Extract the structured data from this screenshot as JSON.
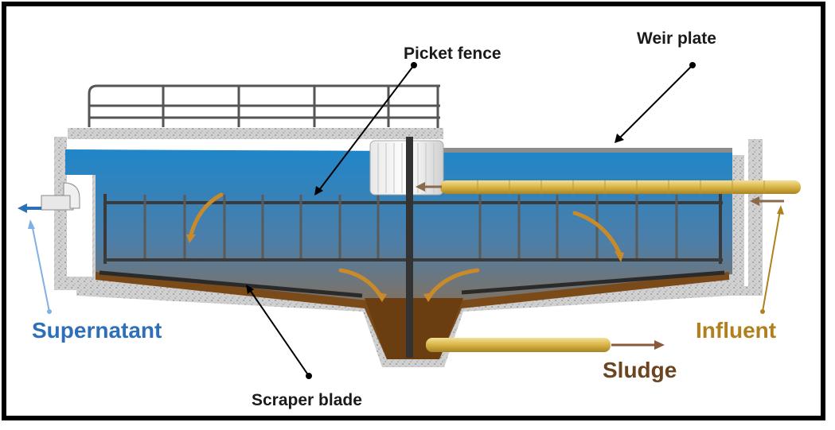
{
  "labels": {
    "picket_fence": "Picket fence",
    "weir_plate": "Weir plate",
    "supernatant": "Supernatant",
    "influent": "Influent",
    "sludge": "Sludge",
    "scraper_blade": "Scraper blade"
  },
  "colors": {
    "frame": "#000000",
    "water_top": "#1f86c9",
    "water_bottom": "#a0764a",
    "sludge": "#6b3e12",
    "concrete": "#c8c8c8",
    "pipe": "#e2c25a",
    "supernatant_label": "#2d6fb8",
    "influent_label": "#b0801e",
    "sludge_label": "#6b4420"
  }
}
